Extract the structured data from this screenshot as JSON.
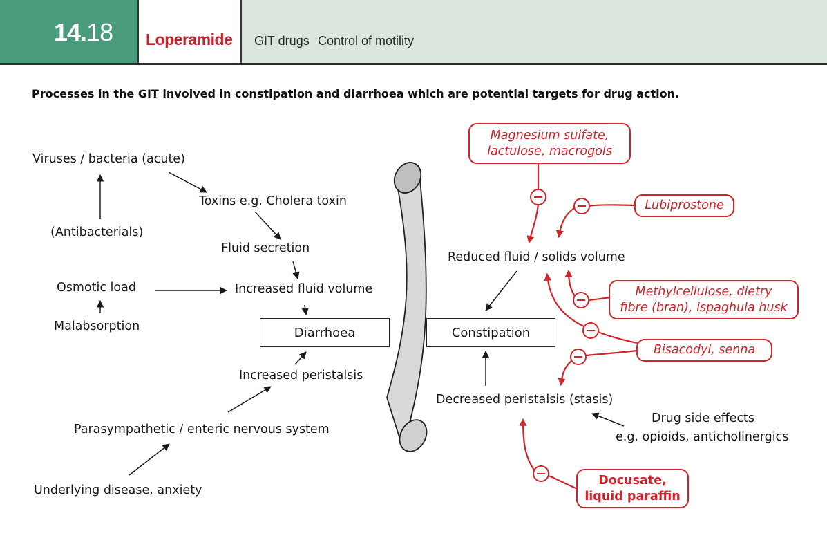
{
  "header": {
    "section_major": "14.",
    "section_minor": "18",
    "title": "Loperamide",
    "crumbs": [
      "GIT drugs",
      "Control of motility"
    ]
  },
  "subtitle": "Processes in the GIT involved in constipation and diarrhoea which are potential targets for drug action.",
  "left": {
    "viruses": "Viruses / bacteria (acute)",
    "toxins": "Toxins e.g. Cholera toxin",
    "antibacterials": "(Antibacterials)",
    "fluid_secretion": "Fluid secretion",
    "osmotic": "Osmotic load",
    "increased_fluid": "Increased fluid volume",
    "malabsorption": "Malabsorption",
    "diarrhoea": "Diarrhoea",
    "increased_peristalsis": "Increased peristalsis",
    "parasympathetic": "Parasympathetic / enteric nervous system",
    "underlying": "Underlying disease, anxiety"
  },
  "right": {
    "reduced_fluid": "Reduced fluid / solids volume",
    "constipation": "Constipation",
    "decreased_peristalsis": "Decreased peristalsis (stasis)",
    "side_effects_1": "Drug side effects",
    "side_effects_2": "e.g. opioids, anticholinergics"
  },
  "drugs": {
    "magnesium_1": "Magnesium sulfate,",
    "magnesium_2": "lactulose, macrogols",
    "lubiprostone": "Lubiprostone",
    "methyl_1": "Methylcellulose, dietry",
    "methyl_2": "fibre (bran), ispaghula husk",
    "bisacodyl": "Bisacodyl, senna",
    "docusate_1": "Docusate,",
    "docusate_2": "liquid paraffin"
  },
  "colors": {
    "header_green": "#4a9b7b",
    "header_light": "#dae6dc",
    "accent_red": "#d2232a",
    "title_red": "#c0262d"
  },
  "icons": {
    "inhibit": "minus-circle-icon",
    "gut": "intestine-tube-icon"
  }
}
